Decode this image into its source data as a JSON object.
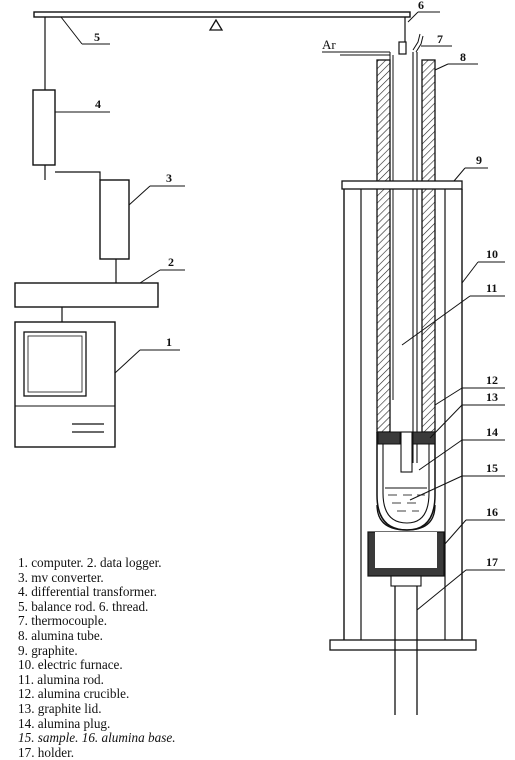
{
  "diagram": {
    "gas_label": "Ar",
    "callouts": [
      "1",
      "2",
      "3",
      "4",
      "5",
      "6",
      "7",
      "8",
      "9",
      "10",
      "11",
      "12",
      "13",
      "14",
      "15",
      "16",
      "17"
    ]
  },
  "legend": [
    "1.  computer.  2.  data logger.",
    "3.  mv converter.",
    "4.  differential transformer.",
    "5.  balance rod.  6.  thread.",
    "7.  thermocouple.",
    "8.  alumina tube.",
    "9.  graphite.",
    "10.  electric furnace.",
    "11.  alumina rod.",
    "12.  alumina crucible.",
    "13.  graphite lid.",
    "14.  alumina plug.",
    "15.  sample.  16.  alumina base.",
    "17. holder."
  ]
}
